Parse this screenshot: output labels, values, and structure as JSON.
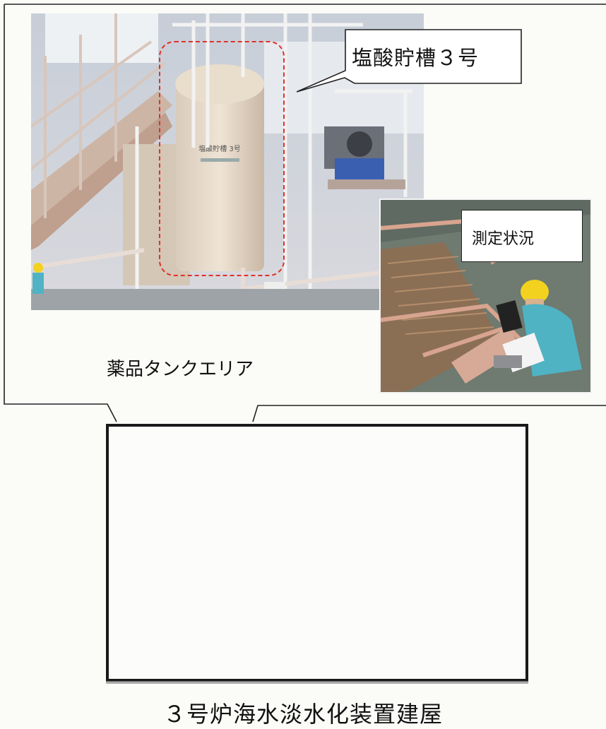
{
  "callout": {
    "area_label": "薬品タンクエリア"
  },
  "main_photo": {
    "tank_label": "塩酸貯槽３号",
    "tank_plate_text": "塩酸貯槽 3号"
  },
  "inset_photo": {
    "label": "測定状況"
  },
  "building": {
    "caption": "３号炉海水淡水化装置建屋"
  },
  "colors": {
    "highlight_dash": "#e0302a",
    "frame": "#1a1a1a",
    "worker_helmet": "#f2d21e",
    "worker_suit": "#4fb3c4"
  }
}
